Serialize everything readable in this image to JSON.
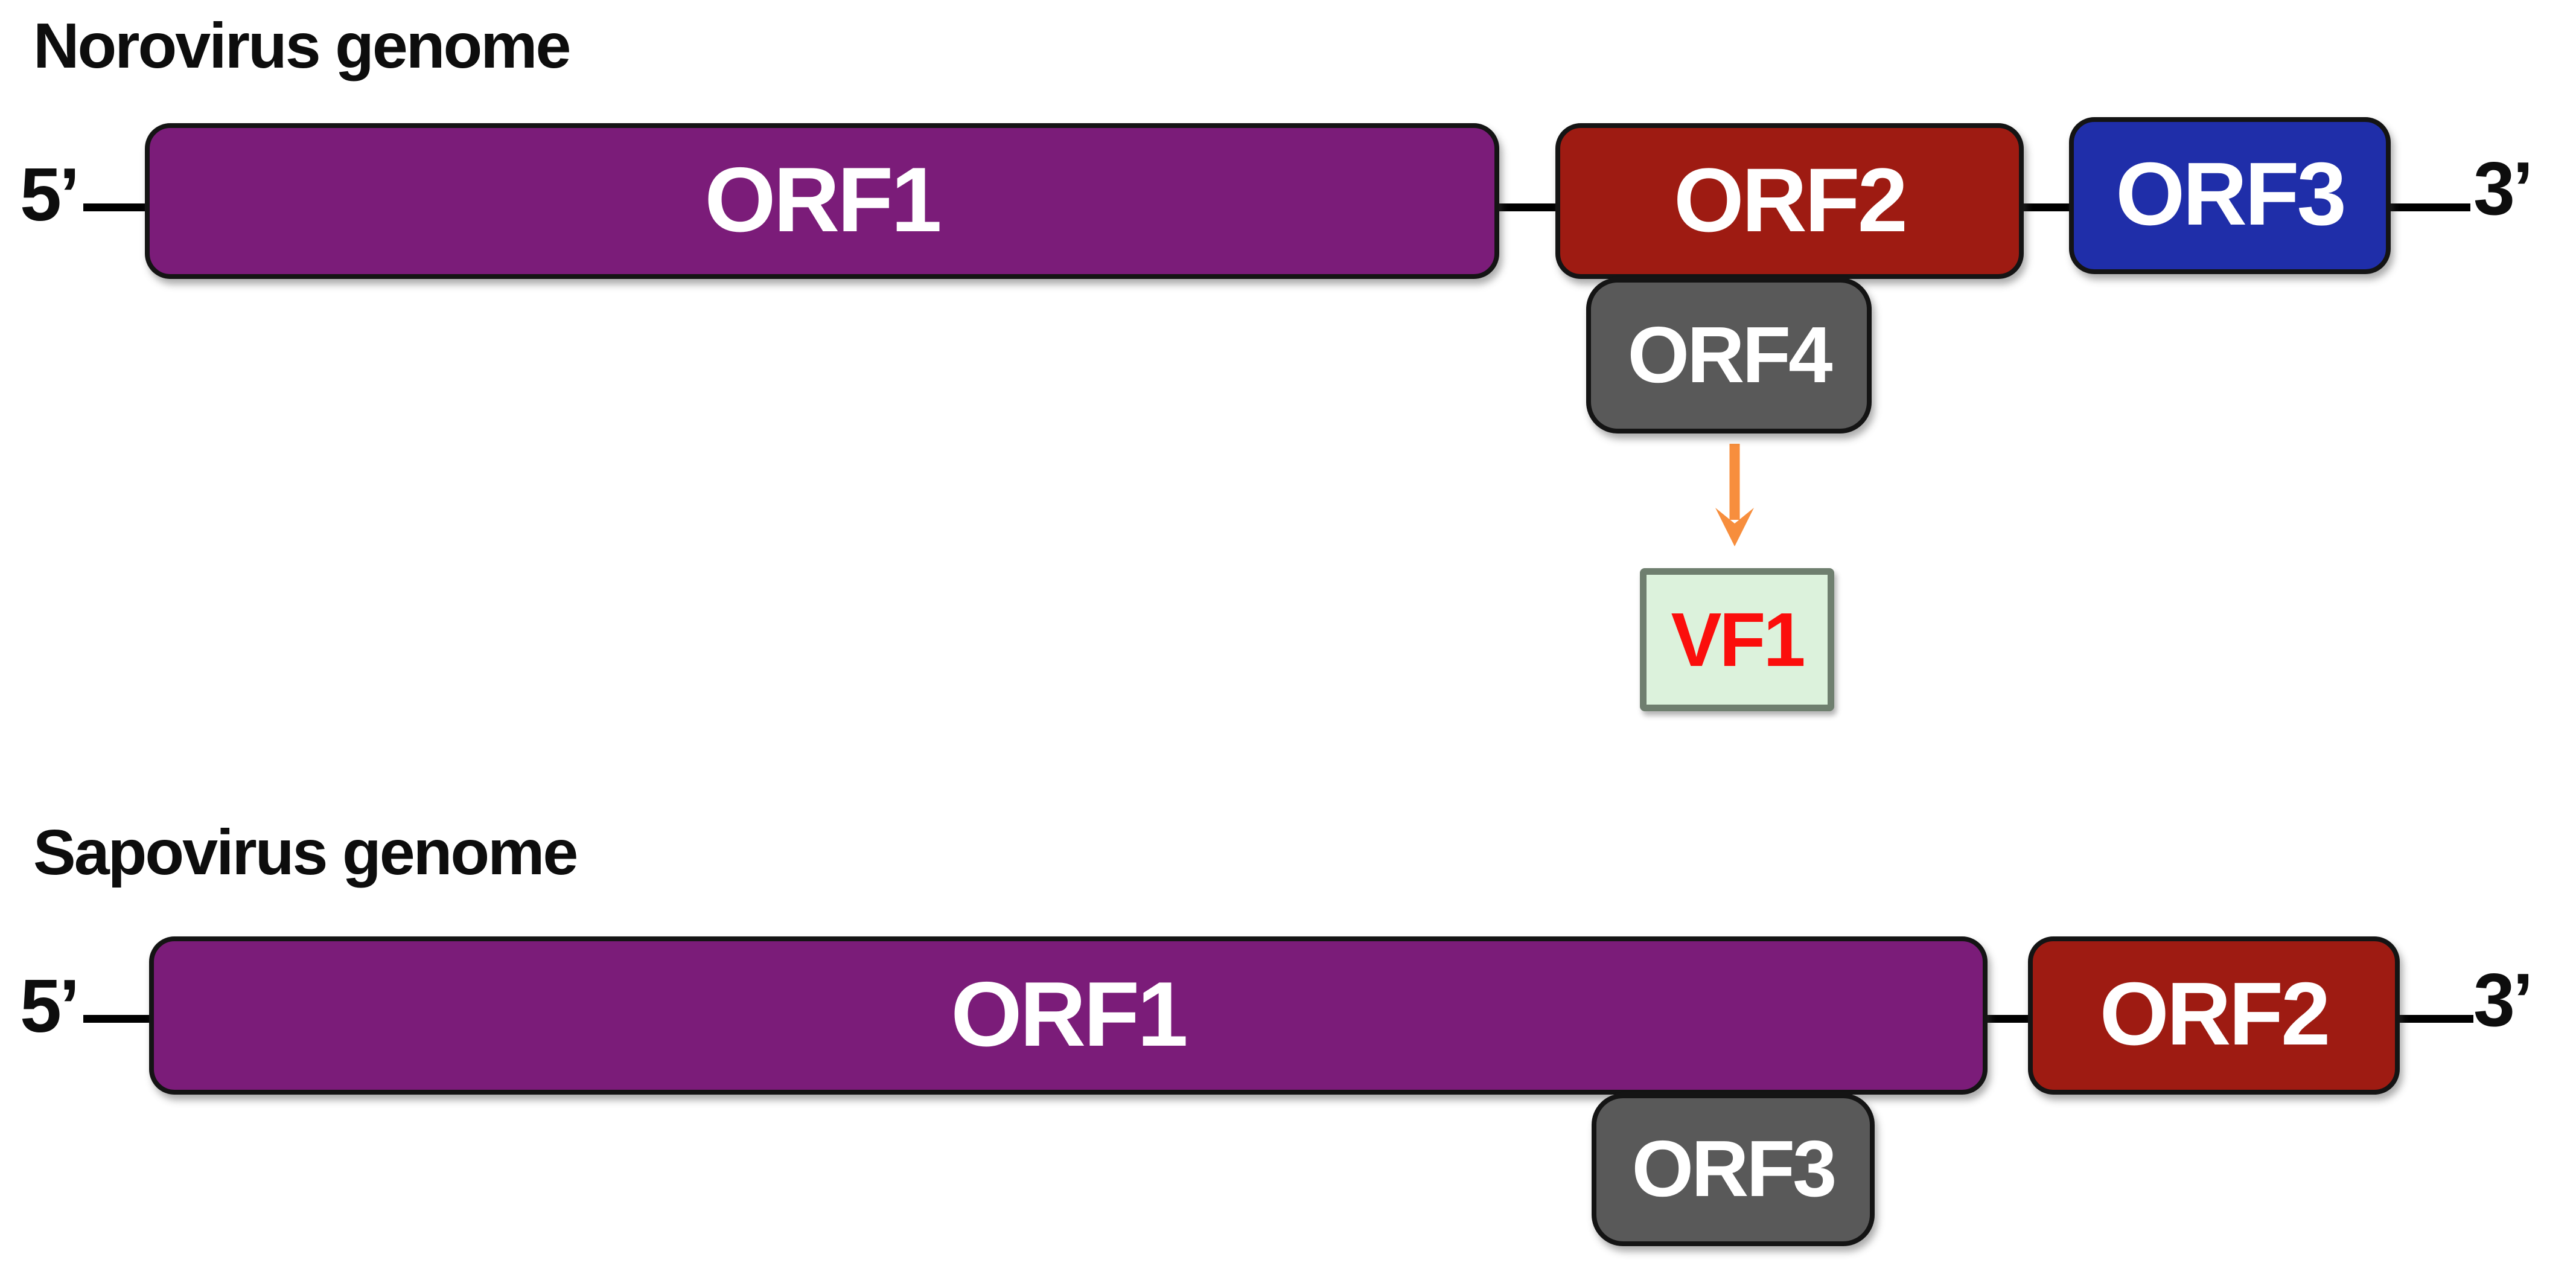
{
  "figure_background": "#ffffff",
  "backbone_line_color": "#000000",
  "norovirus": {
    "title": "Norovirus genome",
    "five_prime": "5’",
    "three_prime": "3’",
    "orfs": [
      {
        "id": "orf1",
        "label": "ORF1",
        "color": "#7B1C79",
        "text_color": "#ffffff"
      },
      {
        "id": "orf2",
        "label": "ORF2",
        "color": "#9E1B12",
        "text_color": "#ffffff"
      },
      {
        "id": "orf3",
        "label": "ORF3",
        "color": "#1F2EA9",
        "text_color": "#ffffff"
      },
      {
        "id": "orf4",
        "label": "ORF4",
        "color": "#595959",
        "text_color": "#ffffff"
      }
    ],
    "arrow": {
      "name": "down-arrow",
      "color": "#F78E3D"
    },
    "product": {
      "label": "VF1",
      "fill": "#DCF2DC",
      "border": "#6F7F6F",
      "text_color": "#FB0E0C"
    }
  },
  "sapovirus": {
    "title": "Sapovirus genome",
    "five_prime": "5’",
    "three_prime": "3’",
    "orfs": [
      {
        "id": "orf1",
        "label": "ORF1",
        "color": "#7B1C79",
        "text_color": "#ffffff"
      },
      {
        "id": "orf2",
        "label": "ORF2",
        "color": "#9E1B12",
        "text_color": "#ffffff"
      },
      {
        "id": "orf3",
        "label": "ORF3",
        "color": "#595959",
        "text_color": "#ffffff"
      }
    ]
  }
}
